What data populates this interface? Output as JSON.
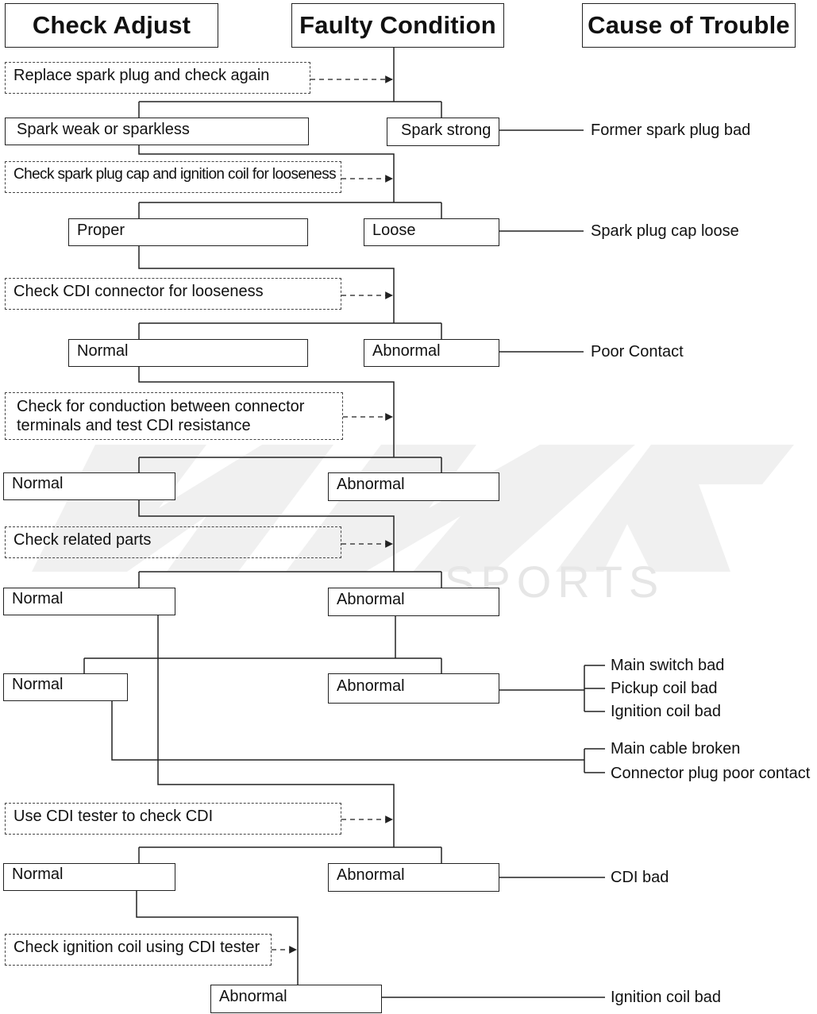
{
  "headers": {
    "check_adjust": "Check Adjust",
    "faulty_condition": "Faulty Condition",
    "cause_of_trouble": "Cause of Trouble"
  },
  "watermark": {
    "text": "SPORTS"
  },
  "checks": {
    "c1": "Replace spark plug and check again",
    "c2": "Check spark plug cap and ignition coil for looseness",
    "c3": "Check CDI connector for looseness",
    "c4_line1": "Check for conduction between connector",
    "c4_line2": "terminals and test CDI resistance",
    "c5": "Check related parts",
    "c6": "Use CDI tester to check CDI",
    "c7": "Check ignition coil using CDI tester"
  },
  "conditions": {
    "r1_left": "Spark weak or sparkless",
    "r1_right": "Spark strong",
    "r2_left": "Proper",
    "r2_right": "Loose",
    "r3_left": "Normal",
    "r3_right": "Abnormal",
    "r4_left": "Normal",
    "r4_right": "Abnormal",
    "r5_left": "Normal",
    "r5_right": "Abnormal",
    "r6_left": "Normal",
    "r6_right": "Abnormal",
    "r7_left": "Normal",
    "r7_right": "Abnormal",
    "r8": "Abnormal"
  },
  "causes": {
    "k1": "Former spark plug bad",
    "k2": "Spark plug cap loose",
    "k3": "Poor Contact",
    "k4a": "Main switch bad",
    "k4b": "Pickup coil bad",
    "k4c": "Ignition coil bad",
    "k5a": "Main cable broken",
    "k5b": "Connector plug poor contact",
    "k6": "CDI bad",
    "k7": "Ignition coil bad"
  },
  "colors": {
    "line": "#222222",
    "dash": "#444444",
    "watermark": "#d9d9d9"
  }
}
